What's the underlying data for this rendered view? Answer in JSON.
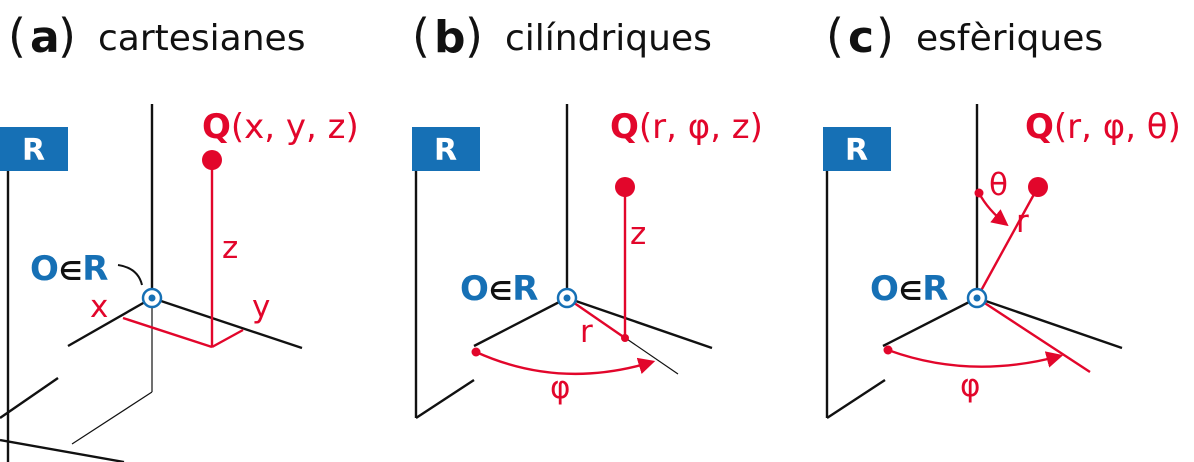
{
  "panels": [
    {
      "letter": "a",
      "open_paren": "(",
      "close_paren": ")",
      "name": "cartesianes",
      "frame": "R",
      "origin": "O",
      "origin_in": "∈",
      "origin_frame": "R",
      "point": "Q",
      "coords": "(x, y, z)",
      "labels": {
        "x": "x",
        "y": "y",
        "z": "z"
      }
    },
    {
      "letter": "b",
      "open_paren": "(",
      "close_paren": ")",
      "name": "cilíndriques",
      "frame": "R",
      "origin": "O",
      "origin_in": "∈",
      "origin_frame": "R",
      "point": "Q",
      "coords": "(r, φ, z)",
      "labels": {
        "r": "r",
        "phi": "φ",
        "z": "z"
      }
    },
    {
      "letter": "c",
      "open_paren": "(",
      "close_paren": ")",
      "name": "esfèriques",
      "frame": "R",
      "origin": "O",
      "origin_in": "∈",
      "origin_frame": "R",
      "point": "Q",
      "coords": "(r, φ, θ)",
      "labels": {
        "r": "r",
        "phi": "φ",
        "theta": "θ"
      }
    }
  ],
  "colors": {
    "red": "#e2062b",
    "blue": "#1670b5",
    "black": "#111111"
  }
}
